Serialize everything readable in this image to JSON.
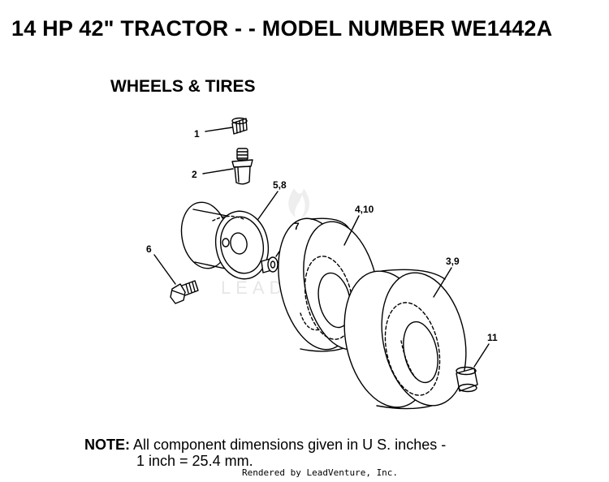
{
  "header": {
    "title": "14 HP 42\" TRACTOR - - MODEL NUMBER WE1442A",
    "section": "WHEELS & TIRES"
  },
  "callouts": {
    "c1": "1",
    "c2": "2",
    "c58": "5,8",
    "c6": "6",
    "c7": "7",
    "c410": "4,10",
    "c39": "3,9",
    "c11": "11"
  },
  "watermark": {
    "text": "LEADVENTURE"
  },
  "note": {
    "lead": "NOTE:",
    "line1": "All component dimensions given in U S. inches -",
    "line2": "1 inch = 25.4 mm."
  },
  "footer": {
    "rendered_by": "Rendered by LeadVenture, Inc."
  },
  "colors": {
    "ink": "#000000",
    "watermark": "#e6e6e6"
  }
}
